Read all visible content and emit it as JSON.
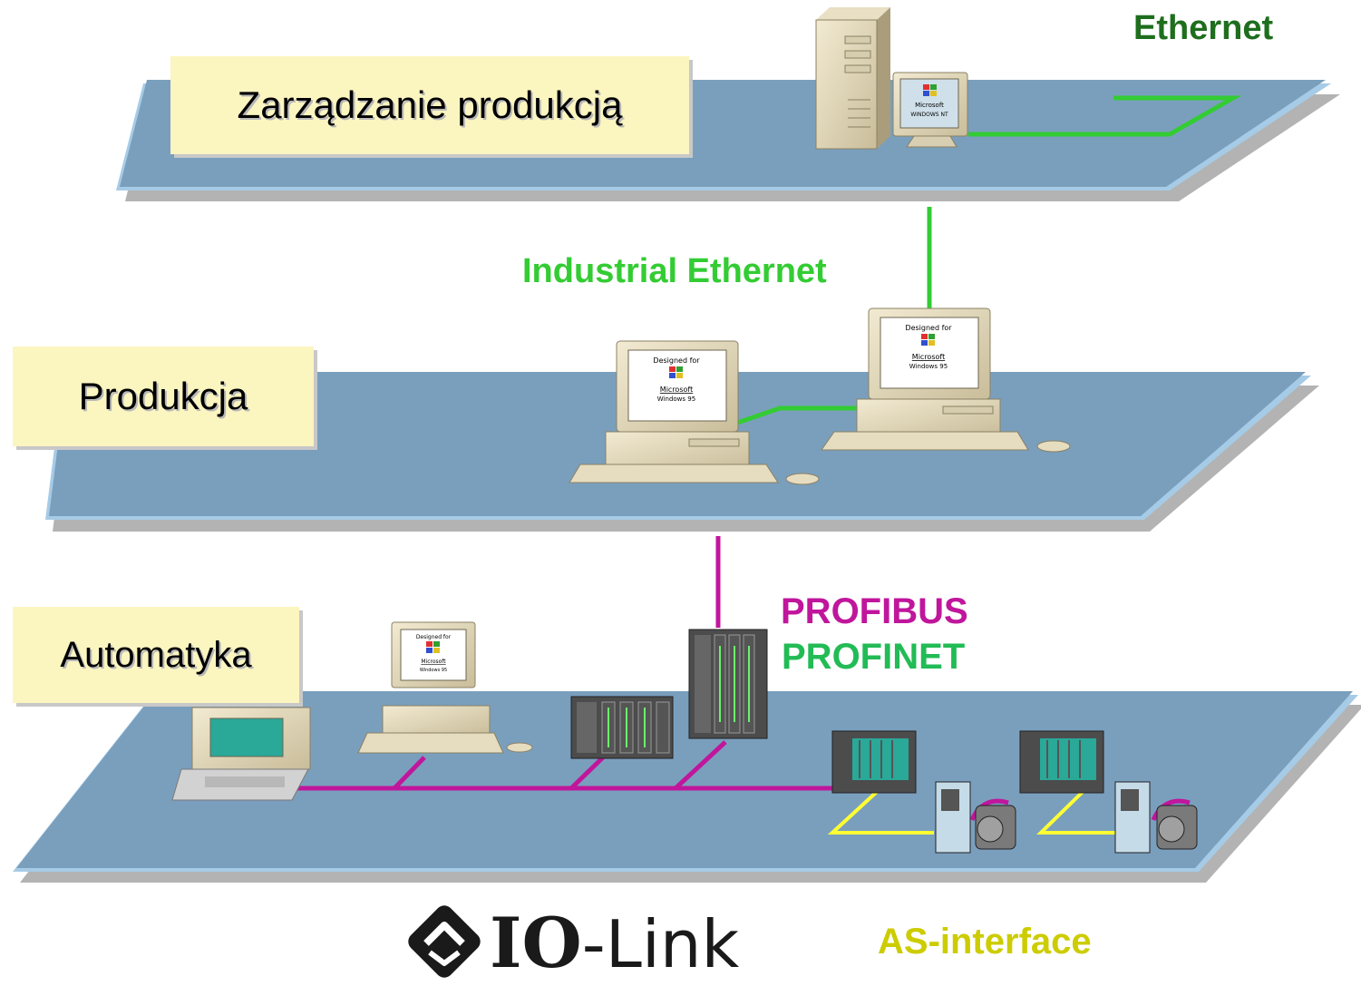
{
  "levels": {
    "management": "Zarządzanie produkcją",
    "production": "Produkcja",
    "automation": "Automatyka"
  },
  "networks": {
    "ethernet": "Ethernet",
    "industrial_ethernet": "Industrial Ethernet",
    "profibus": "PROFIBUS",
    "profinet": "PROFINET",
    "as_interface": "AS-interface"
  },
  "logo": {
    "io": "IO",
    "link": "-Link"
  },
  "monitor_logo": {
    "designed_for": "Designed for",
    "microsoft": "Microsoft",
    "windows95": "Windows 95",
    "windows_nt": "WINDOWS NT"
  },
  "colors": {
    "ethernet": "#1e6e1e",
    "industrial_ethernet": "#33cc33",
    "profibus": "#c0169c",
    "profinet": "#22bb55",
    "as_interface": "#cccc00",
    "plane": "#7a9fbd"
  }
}
